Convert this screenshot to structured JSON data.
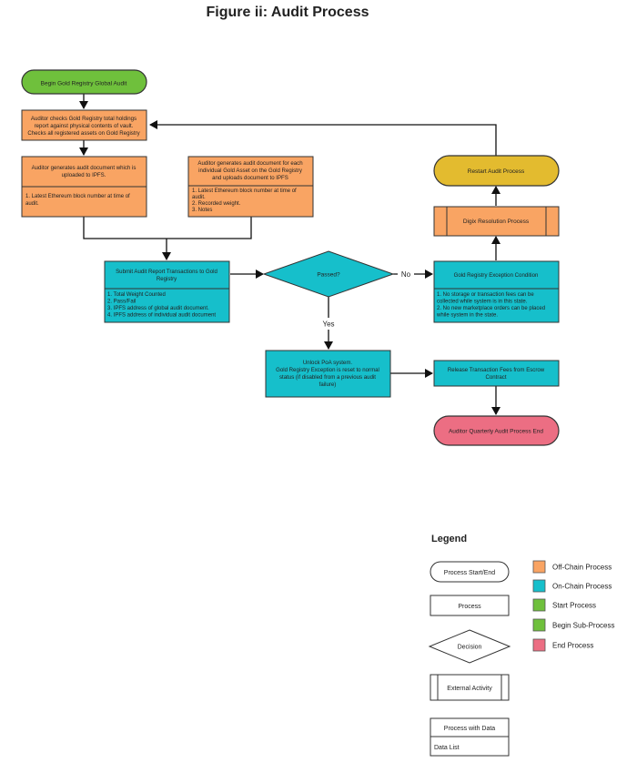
{
  "title": "Figure ii: Audit Process",
  "colors": {
    "off_chain": "#f9a463",
    "on_chain": "#16bfcb",
    "start": "#6fc03c",
    "end": "#ec6e83",
    "restart": "#e3bb2f",
    "stroke": "#333333"
  },
  "nodes": {
    "begin": "Begin Gold Registry Global Audit",
    "check": [
      "Auditor checks Gold Registry total holdings",
      "report against physical contents of vault.",
      "Checks all registered assets on Gold Registry"
    ],
    "gen_global": [
      "Auditor generates audit document which is",
      "uploaded to IPFS."
    ],
    "gen_global_data": [
      "1. Latest Ethereum block number at time of",
      "audit."
    ],
    "gen_individual": [
      "Auditor generates audit document for each",
      "individual Gold Asset on the Gold Registry",
      "and uploads document to IPFS"
    ],
    "gen_individual_data": [
      "1. Latest Ethereum block number at time of",
      "audit.",
      "2. Recorded weight.",
      "3. Notes"
    ],
    "submit": [
      "Submit Audit Report Transactions to Gold",
      "Registry"
    ],
    "submit_data": [
      "1. Total Weight Counted",
      "2. Pass/Fail",
      "3. IPFS address of global audit document.",
      "4. IPFS address of individual audit document"
    ],
    "passed": "Passed?",
    "no_label": "No",
    "yes_label": "Yes",
    "exception": "Gold Registry Exception Condition",
    "exception_data": [
      "1. No storage or transaction fees can be",
      "collected while system is in this state.",
      "2. No new marketplace orders can be placed",
      "while system in the state."
    ],
    "digix": "Digix Resolution Process",
    "restart": "Restart Audit Process",
    "unlock": [
      "Unlock PoA system.",
      "Gold Registry Exception is reset to normal",
      "status (if disabled from a previous audit",
      "failure)"
    ],
    "release": [
      "Release Transaction Fees from Escrow",
      "Contract"
    ],
    "end": "Auditor Quarterly Audit Process End"
  },
  "legend": {
    "title": "Legend",
    "shapes": {
      "start_end": "Process Start/End",
      "process": "Process",
      "decision": "Decision",
      "external": "External Activity",
      "with_data": "Process with Data",
      "data_list": "Data List"
    },
    "colors": [
      {
        "label": "Off-Chain Process",
        "color": "#f9a463"
      },
      {
        "label": "On-Chain Process",
        "color": "#16bfcb"
      },
      {
        "label": "Start Process",
        "color": "#6fc03c"
      },
      {
        "label": "Begin Sub-Process",
        "color": "#6fc03c"
      },
      {
        "label": "End Process",
        "color": "#ec6e83"
      }
    ]
  }
}
